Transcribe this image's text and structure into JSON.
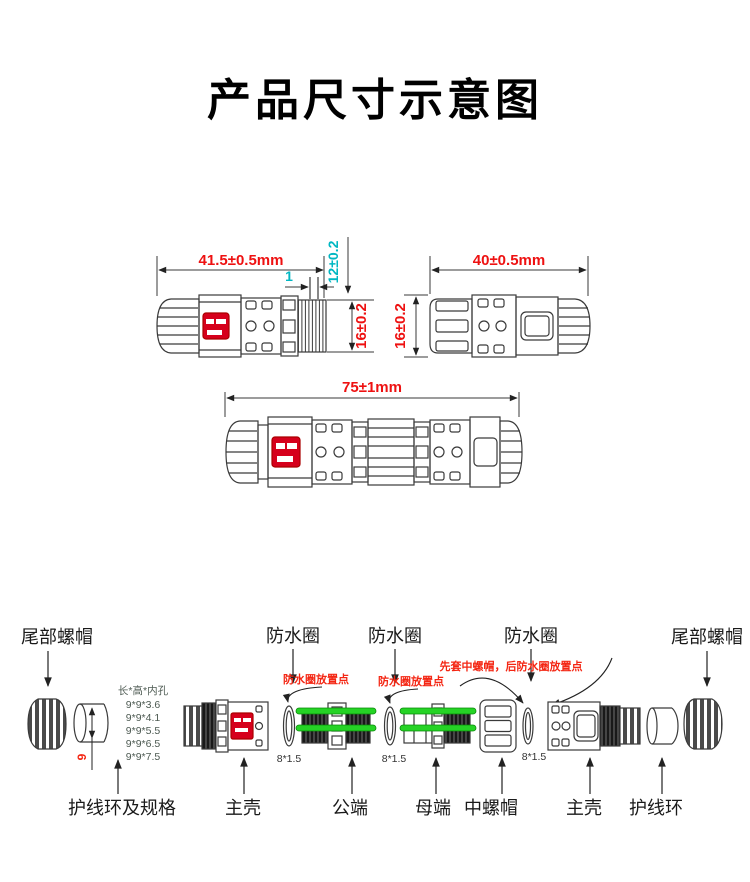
{
  "title": "产品尺寸示意图",
  "colors": {
    "dimension_red": "#ee1111",
    "dimension_cyan": "#00b7c3",
    "annotation_red": "#f42613",
    "pin_green": "#25d325",
    "label_red": "#d6001c",
    "line": "#3a3a3a"
  },
  "dims": {
    "a_len": "41.5±0.5mm",
    "a_pitch": "1",
    "a_thread": "12±0.2",
    "a_height": "16±0.2",
    "b_len": "40±0.5mm",
    "b_height": "16±0.2",
    "c_len": "75±1mm"
  },
  "exploded": {
    "tail_left": "尾部螺帽",
    "seal1": "防水圈",
    "seal2": "防水圈",
    "seal3": "防水圈",
    "tail_right": "尾部螺帽",
    "note1": "防水圈放置点",
    "note2": "防水圈放置点",
    "note3": "先套中螺帽，后防水圈放置点",
    "spec_header": "长*高*内孔",
    "specs": [
      "9*9*3.6",
      "9*9*4.1",
      "9*9*5.5",
      "9*9*6.5",
      "9*9*7.5"
    ],
    "ring_height": "9",
    "oring1": "8*1.5",
    "oring2": "8*1.5",
    "oring3": "8*1.5",
    "cable_ring_spec": "护线环及规格",
    "shell_left": "主壳",
    "male": "公端",
    "female": "母端",
    "mid_nut": "中螺帽",
    "shell_right": "主壳",
    "cable_ring": "护线环"
  }
}
